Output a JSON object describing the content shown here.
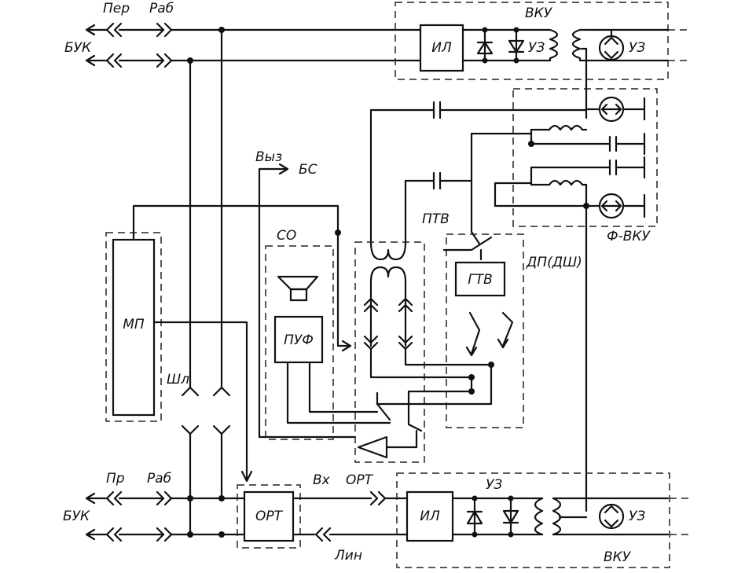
{
  "labels": {
    "buk_top": "БУК",
    "per": "Пер",
    "rab_top": "Раб",
    "vku_top": "ВКУ",
    "il_top": "ИЛ",
    "uz_top_left": "УЗ",
    "uz_top_right": "УЗ",
    "vyz": "Выз",
    "bs": "БС",
    "ptv": "ПТВ",
    "dp_dsh": "ДП(ДШ)",
    "f_vku": "Ф-ВКУ",
    "co": "СО",
    "puf": "ПУФ",
    "gtv": "ГТВ",
    "mp": "МП",
    "shl": "Шл",
    "pr": "Пр",
    "rab_bottom": "Раб",
    "buk_bottom": "БУК",
    "ort_box": "ОРТ",
    "vx": "Вх",
    "ort_line": "ОРТ",
    "lin": "Лин",
    "uz_bottom_top": "УЗ",
    "il_bottom": "ИЛ",
    "uz_bottom_right": "УЗ",
    "vku_bottom": "ВКУ"
  }
}
